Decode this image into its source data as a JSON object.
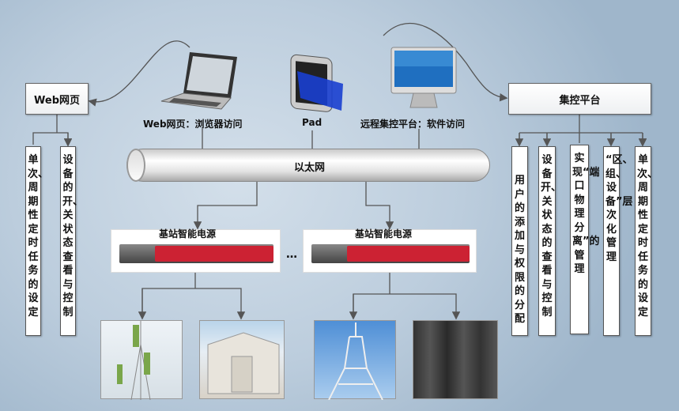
{
  "left_panel": {
    "title": "Web网页",
    "items": [
      "单次、周期性定时任务的设定",
      "设备的开、关状态查看与控制"
    ]
  },
  "right_panel": {
    "title": "集控平台",
    "items": [
      "用户的添加与权限的分配",
      "设备开、关状态的查看与控制",
      "实现“端口物理分离”的管理",
      "“区、组、设备”层次化管理",
      "单次、周期性定时任务的设定"
    ]
  },
  "clients": [
    {
      "label": "Web网页：浏览器访问",
      "icon": "laptop"
    },
    {
      "label": "Pad",
      "icon": "tablet"
    },
    {
      "label": "远程集控平台：软件访问",
      "icon": "desktop-monitor"
    }
  ],
  "network": {
    "label": "以太网"
  },
  "power_units": [
    {
      "label": "基站智能电源"
    },
    {
      "label": "基站智能电源"
    }
  ],
  "ellipsis": "…",
  "sites": [
    "cell-tower",
    "equipment-shelter",
    "lattice-tower",
    "server-room"
  ]
}
